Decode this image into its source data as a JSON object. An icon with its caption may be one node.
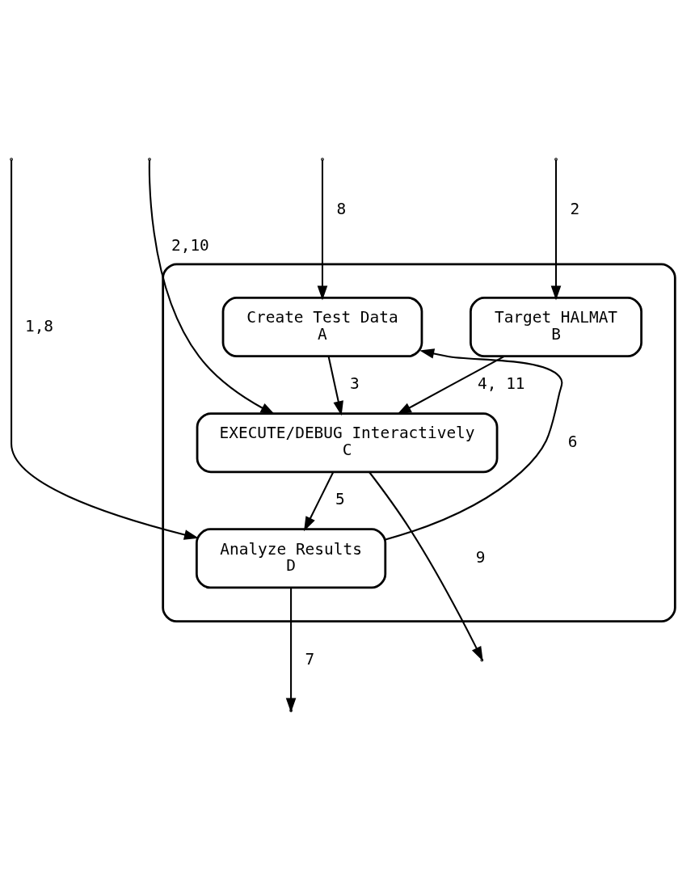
{
  "diagram": {
    "nodes": [
      {
        "text": [],
        "shape": "box"
      },
      {
        "text": [
          "Create Test Data",
          "A"
        ],
        "in": 0
      },
      {
        "text": [
          "Target HALMAT",
          "B"
        ],
        "in": 0
      },
      {
        "text": [
          "EXECUTE/DEBUG Interactively",
          "C"
        ],
        "in": 0
      },
      {
        "text": [
          "Analyze Results",
          "D"
        ],
        "in": 0
      }
    ],
    "edges": [
      {
        "from": null,
        "to": 1,
        "arrow": "to",
        "label": "8"
      },
      {
        "from": null,
        "to": 2,
        "arrow": "to",
        "label": "2"
      },
      {
        "from": null,
        "to": 3,
        "arrow": "to",
        "label": "2,10"
      },
      {
        "from": 1,
        "to": 3,
        "arrow": "to",
        "label": "3"
      },
      {
        "from": 2,
        "to": 3,
        "arrow": "to",
        "label": "4, 11"
      },
      {
        "from": null,
        "to": 4,
        "arrow": "to",
        "label": "1,8"
      },
      {
        "from": 3,
        "to": 4,
        "arrow": "to",
        "label": "5"
      },
      {
        "from": 3,
        "to": null,
        "arrow": "to",
        "label": "9"
      },
      {
        "from": 4,
        "to": null,
        "arrow": "to",
        "label": "7"
      },
      {
        "from": 4,
        "to": 1,
        "arrow": "to",
        "label": "6"
      }
    ]
  }
}
